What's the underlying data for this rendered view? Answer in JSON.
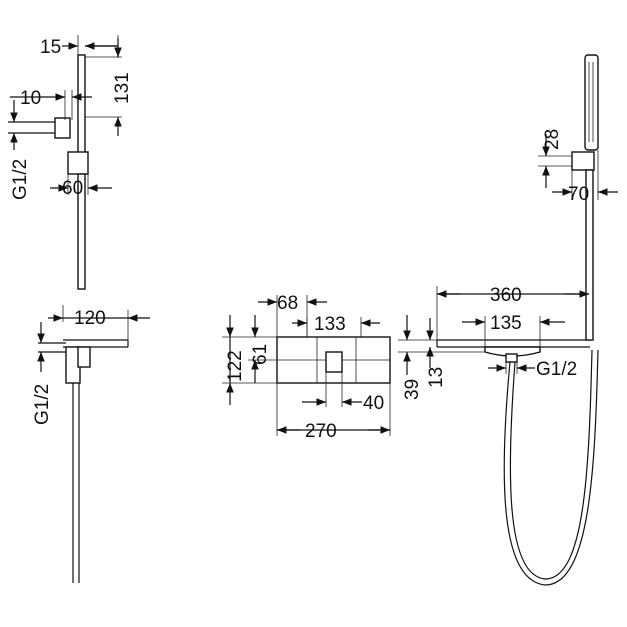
{
  "dimensions": {
    "d15": "15",
    "d131": "131",
    "d10": "10",
    "g12_a": "G1/2",
    "d60": "60",
    "d120": "120",
    "g12_b": "G1/2",
    "d68": "68",
    "d133": "133",
    "d122": "122",
    "d61": "61",
    "d40": "40",
    "d270": "270",
    "d39": "39",
    "d13": "13",
    "d135": "135",
    "d360": "360",
    "g12_c": "G1/2",
    "d28": "28",
    "d70": "70"
  }
}
